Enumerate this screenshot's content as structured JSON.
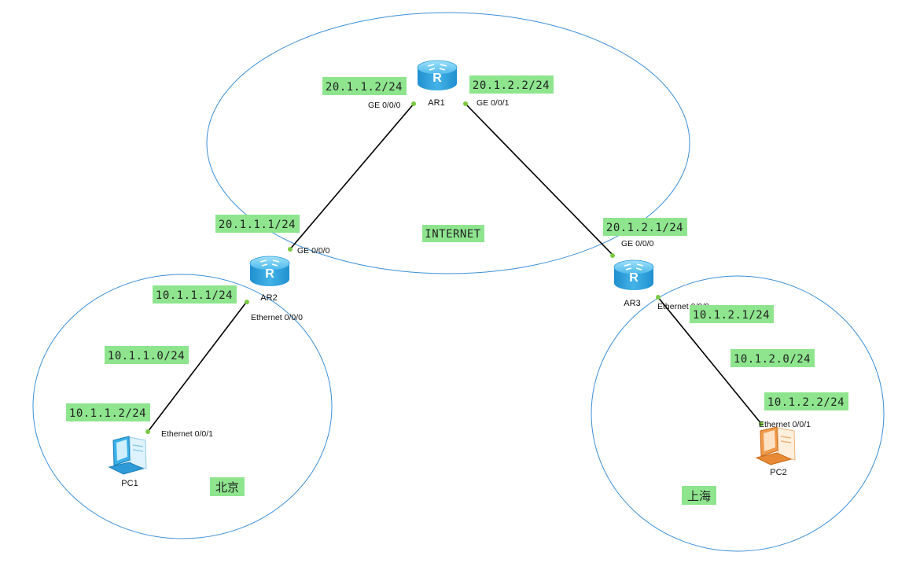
{
  "devices": {
    "ar1": {
      "name": "AR1"
    },
    "ar2": {
      "name": "AR2"
    },
    "ar3": {
      "name": "AR3"
    },
    "pc1": {
      "name": "PC1"
    },
    "pc2": {
      "name": "PC2"
    }
  },
  "ports": {
    "ar1_ge0": "GE 0/0/0",
    "ar1_ge1": "GE 0/0/1",
    "ar2_ge0": "GE 0/0/0",
    "ar2_eth0": "Ethernet 0/0/0",
    "ar3_ge0": "GE 0/0/0",
    "ar3_eth0": "Ethernet 0/0/0",
    "pc1_eth1": "Ethernet 0/0/1",
    "pc2_eth1": "Ethernet 0/0/1"
  },
  "addresses": {
    "ar1_ge0": "20.1.1.2/24",
    "ar1_ge1": "20.1.2.2/24",
    "ar2_ge0": "20.1.1.1/24",
    "ar3_ge0": "20.1.2.1/24",
    "ar2_eth0": "10.1.1.1/24",
    "beijing_net": "10.1.1.0/24",
    "pc1_ip": "10.1.1.2/24",
    "ar3_eth0": "10.1.2.1/24",
    "shanghai_net": "10.1.2.0/24",
    "pc2_ip": "10.1.2.2/24"
  },
  "zones": {
    "internet": "INTERNET",
    "beijing": "北京",
    "shanghai": "上海"
  },
  "colors": {
    "zone_border": "#3c8fd6",
    "label_bg": "#8ee58e",
    "port_dot": "#7ac943",
    "router_blue": "#3aa7e0"
  },
  "icons": {
    "router": "router-icon",
    "pc1": "pc-icon-blue",
    "pc2": "pc-icon-orange"
  }
}
